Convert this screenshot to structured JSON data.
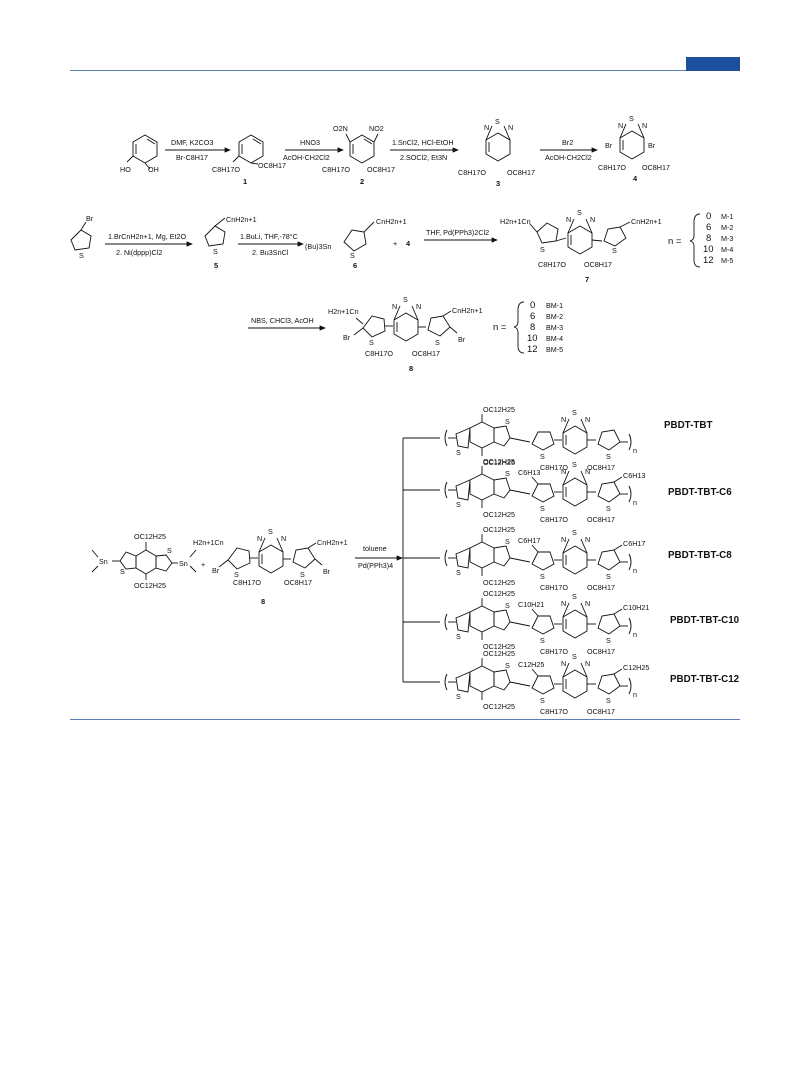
{
  "scheme": {
    "step1": {
      "top": "DMF, K2CO3",
      "bottom": "Br-C8H17"
    },
    "step2": {
      "top": "HNO3",
      "bottom": "AcOH-CH2Cl2"
    },
    "step3": {
      "top": "1.SnCl2, HCl-EtOH",
      "bottom": "2.SOCl2, Et3N"
    },
    "step4": {
      "top": "Br2",
      "bottom": "AcOH-CH2Cl2"
    },
    "step5": {
      "top": "1.BrCnH2n+1, Mg, Et2O",
      "bottom": "2. Ni(dppp)Cl2"
    },
    "step6": {
      "top": "1.BuLi, THF,-78°C",
      "bottom": "2. Bu3SnCl"
    },
    "step7": {
      "top": "THF, Pd(PPh3)2Cl2",
      "plus": "+",
      "partner": "4"
    },
    "step8": {
      "top": "NBS, CHCl3, AcOH"
    },
    "poly": {
      "top": "toluene",
      "bottom": "Pd(PPh3)4",
      "plus": "+"
    },
    "compounds": [
      "1",
      "2",
      "3",
      "4",
      "5",
      "6",
      "7",
      "8"
    ],
    "m_series": {
      "prefix": "n =",
      "values": [
        "0",
        "6",
        "8",
        "10",
        "12"
      ],
      "names": [
        "M-1",
        "M-2",
        "M-3",
        "M-4",
        "M-5"
      ]
    },
    "bm_series": {
      "prefix": "n =",
      "values": [
        "0",
        "6",
        "8",
        "10",
        "12"
      ],
      "names": [
        "BM-1",
        "BM-2",
        "BM-3",
        "BM-4",
        "BM-5"
      ]
    },
    "polymers": [
      "PBDT-TBT",
      "PBDT-TBT-C6",
      "PBDT-TBT-C8",
      "PBDT-TBT-C10",
      "PBDT-TBT-C12"
    ],
    "polymer_chains": [
      "",
      "C6H13",
      "C6H17",
      "C10H21",
      "C12H25"
    ],
    "groups": {
      "oc8": "OC8H17",
      "c8o": "C8H17O",
      "oc12": "OC12H25",
      "hcn": "H2n+1Cn",
      "cnh": "CnH2n+1",
      "br": "Br",
      "ho": "HO",
      "oh": "OH",
      "no2": "NO2",
      "o2n": "O2N",
      "sn": "Sn",
      "bu3sn": "(Bu)3Sn",
      "s": "S",
      "n": "N",
      "sub_n": "n"
    }
  }
}
